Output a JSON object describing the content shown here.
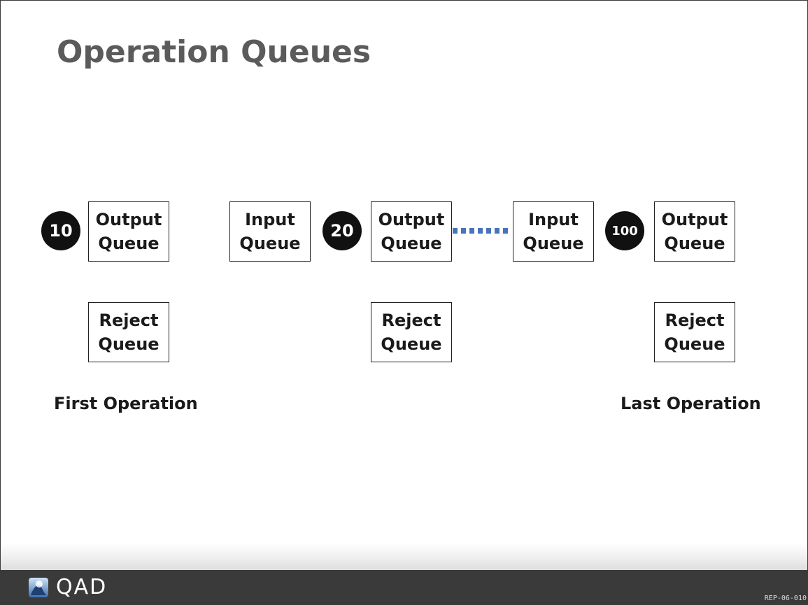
{
  "slide": {
    "title": "Operation Queues",
    "code": "REP-06-010"
  },
  "operations": [
    {
      "number": "10",
      "output": [
        "Output",
        "Queue"
      ],
      "reject": [
        "Reject",
        "Queue"
      ],
      "caption": "First Operation"
    },
    {
      "number": "20",
      "input": [
        "Input",
        "Queue"
      ],
      "output": [
        "Output",
        "Queue"
      ],
      "reject": [
        "Reject",
        "Queue"
      ]
    },
    {
      "number": "100",
      "input": [
        "Input",
        "Queue"
      ],
      "output": [
        "Output",
        "Queue"
      ],
      "reject": [
        "Reject",
        "Queue"
      ],
      "caption": "Last Operation"
    }
  ],
  "connector": {
    "style": "dotted",
    "color": "#4a74b8"
  },
  "footer": {
    "logo_text": "QAD",
    "logo_icon": "qad-logo-icon",
    "background": "#3a3a3a"
  }
}
